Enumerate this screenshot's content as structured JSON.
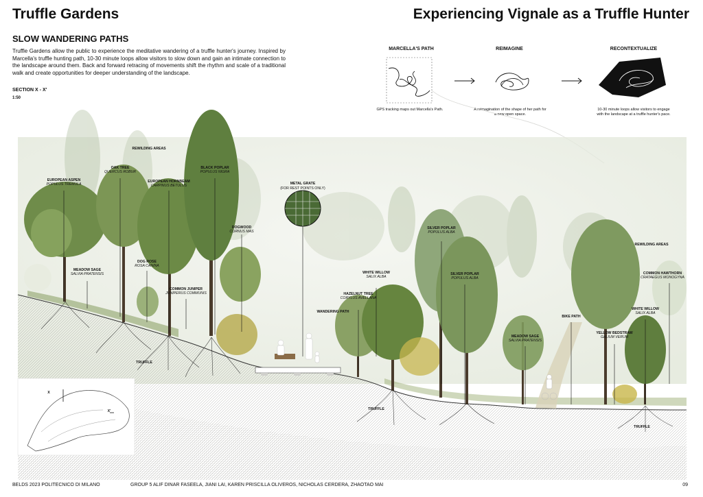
{
  "header": {
    "title_left": "Truffle Gardens",
    "title_right": "Experiencing Vignale as a Truffle Hunter"
  },
  "intro": {
    "heading": "SLOW WANDERING PATHS",
    "body": "Truffle Gardens allow the public to experience the meditative wandering of a truffle hunter's journey. Inspired by Marcella's truffle hunting path, 10-30 minute loops allow visitors to slow down and gain an intimate connection to the landscape around them. Back and forward retracing of movements shift the rhythm and scale of a traditional walk and create opportunities for deeper understanding of the landscape."
  },
  "section": {
    "title": "SECTION X - X'",
    "scale": "1:50"
  },
  "process": [
    {
      "heading": "MARCELLA'S PATH",
      "caption": "GPS tracking maps out Marcella's Path."
    },
    {
      "heading": "REIMAGINE",
      "caption": "A reimagination of the shape of her path for a new open space."
    },
    {
      "heading": "RECONTEXTUALIZE",
      "caption": "10-30 minute loops allow visitors to engage with the landscape at a truffle hunter's pace."
    }
  ],
  "labels": {
    "rewilding_left": "REWILDING AREAS",
    "rewilding_right": "REWILDING AREAS",
    "metal_grate": "METAL GRATE",
    "metal_grate_note": "(FOR REST POINTS ONLY)",
    "wandering_path": "WANDERING PATH",
    "bike_path": "BIKE PATH",
    "truffle_1": "TRUFFLE",
    "truffle_2": "TRUFFLE",
    "truffle_3": "TRUFFLE",
    "map_x": "X",
    "map_x_prime": "X'",
    "plants": [
      {
        "name": "EUROPEAN ASPEN",
        "latin": "POPULUS TREMULA"
      },
      {
        "name": "OAK TREE",
        "latin": "QUERCUS ROBUR"
      },
      {
        "name": "EUROPEAN HORNBEAM",
        "latin": "CARPINUS BETULUS"
      },
      {
        "name": "BLACK POPLAR",
        "latin": "POPULUS NIGRA"
      },
      {
        "name": "DOGWOOD",
        "latin": "CORNUS MAS"
      },
      {
        "name": "MEADOW SAGE",
        "latin": "SALVIA PRATENSIS"
      },
      {
        "name": "DOG ROSE",
        "latin": "ROSA CANINA"
      },
      {
        "name": "COMMON JUNIPER",
        "latin": "JUNIPERUS COMMUNIS"
      },
      {
        "name": "HAZELNUT TREE",
        "latin": "CORYLUS AVELLANA"
      },
      {
        "name": "WHITE WILLOW",
        "latin": "SALIX ALBA"
      },
      {
        "name": "SILVER POPLAR",
        "latin": "POPULUS ALBA"
      },
      {
        "name": "SILVER POPLAR",
        "latin": "POPULUS ALBA"
      },
      {
        "name": "MEADOW SAGE",
        "latin": "SALVIA PRATENSIS"
      },
      {
        "name": "YELLOW BEDSTRAW",
        "latin": "GALIUM VERUM"
      },
      {
        "name": "WHITE WILLOW",
        "latin": "SALIX ALBA"
      },
      {
        "name": "COMMON HAWTHORN",
        "latin": "CRATAEGUS MONOGYNA"
      }
    ]
  },
  "footer": {
    "left": "BELDS 2023 POLITECNICO DI MILANO",
    "group": "GROUP 5  ALIF DINAR FASEELA, JIANI LAI,  KAREN PRISCILLA OLIVEROS, NICHOLAS CERDERA,  ZHAOTAO MAI",
    "page": "09"
  },
  "colors": {
    "ink": "#111111",
    "foliage_dark": "#5b7a3a",
    "foliage_light": "#a9bf8a",
    "mist": "#e6ebe0",
    "soil": "#e9e9e6"
  }
}
